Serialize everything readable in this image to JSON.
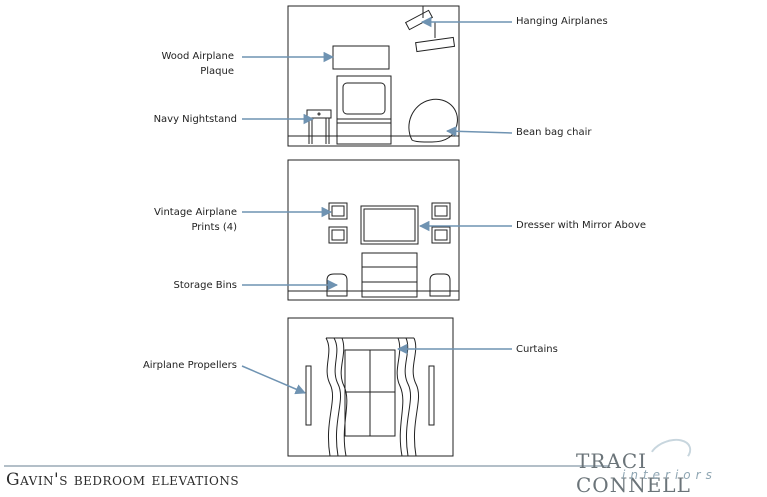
{
  "labels": {
    "hanging_airplanes": "Hanging Airplanes",
    "wood_plaque_1": "Wood Airplane",
    "wood_plaque_2": "Plaque",
    "navy_nightstand": "Navy Nightstand",
    "bean_bag": "Bean bag chair",
    "vintage_prints_1": "Vintage Airplane",
    "vintage_prints_2": "Prints (4)",
    "dresser": "Dresser with Mirror Above",
    "storage_bins": "Storage Bins",
    "curtains": "Curtains",
    "propellers": "Airplane Propellers"
  },
  "footer": {
    "title": "Gavin's bedroom elevations",
    "brand_main": "TRACI CONNELL",
    "brand_sub": "interiors"
  },
  "colors": {
    "callout_line": "#6f93b2",
    "drawing_line": "#222222",
    "footer_rule": "#9aaab6"
  }
}
